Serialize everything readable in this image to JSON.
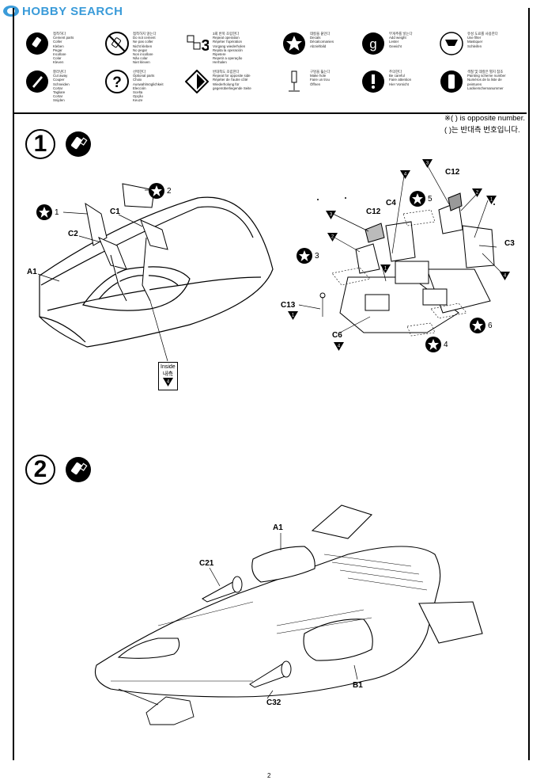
{
  "watermark": {
    "text": "HOBBY SEARCH"
  },
  "legend": [
    {
      "icon": "glue-brush-icon",
      "lines": [
        "접착하다",
        "Cement parts",
        "Coller",
        "Kleben",
        "Pegar",
        "Incollare",
        "Colar",
        "Kleven"
      ]
    },
    {
      "icon": "no-glue-icon",
      "lines": [
        "접착하지 않는다",
        "Do not cement",
        "Ne pas coller",
        "Nicht kleben",
        "No pegar",
        "Non incollare",
        "Não colar",
        "Niet kleven"
      ]
    },
    {
      "icon": "repeat-icon",
      "lines": [
        "3회 반복 조립한다",
        "Repeat operation",
        "Répéter l'opération",
        "Vorgang wiederholen",
        "Repita la operación",
        "Ripetere",
        "Repetir a operação",
        "Herhalen"
      ]
    },
    {
      "icon": "decal-star-icon",
      "lines": [
        "데칼을 붙인다",
        "Decals",
        "Décalcomanies",
        "Abziehbild"
      ]
    },
    {
      "icon": "weight-icon",
      "lines": [
        "무게추를 넣는다",
        "Add weight",
        "Lester",
        "Gewicht"
      ]
    },
    {
      "icon": "filter-icon",
      "lines": [
        "유성 도료를 사용한다",
        "Use filter",
        "Mastiquer",
        "Schleifen"
      ]
    },
    {
      "icon": "cut-knife-icon",
      "lines": [
        "잘라낸다",
        "Cut away",
        "Couper",
        "Schneiden",
        "Cortar",
        "Tagliare",
        "Cortar",
        "Snijden"
      ]
    },
    {
      "icon": "optional-icon",
      "lines": [
        "선택한다",
        "Optional parts",
        "Choix",
        "Auswahlmöglichkeit",
        "Elección",
        "Scelta",
        "Opção",
        "Keuze"
      ]
    },
    {
      "icon": "opposite-side-icon",
      "lines": [
        "반대쪽도 조립한다",
        "Repeat for opposite side",
        "Répéter de l'autre côté",
        "Wiederholung für gegenüberliegende Seite"
      ]
    },
    {
      "icon": "drill-hole-icon",
      "lines": [
        "구멍을 뚫는다",
        "Make hole",
        "Faire un trou",
        "Öffnen"
      ]
    },
    {
      "icon": "caution-icon",
      "lines": [
        "주의한다",
        "Be careful",
        "Faire attention",
        "Hier Vorsicht"
      ]
    },
    {
      "icon": "paint-icon",
      "lines": [
        "색칠 및 데칼은 별지 참조",
        "Painting scheme number",
        "Numéros de la liste de peintures",
        "Lackierschemanummer"
      ]
    }
  ],
  "opposite_note": {
    "line1": "※( ) is opposite number.",
    "line2": "( )는 반대측 번호입니다."
  },
  "step1": {
    "number": "1",
    "labels": {
      "a1": "A1",
      "c1": "C1",
      "c2": "C2",
      "c3": "C3",
      "c4": "C4",
      "c6": "C6",
      "c12a": "C12",
      "c12b": "C12",
      "c13": "C13"
    },
    "stars": [
      "1",
      "2",
      "3",
      "4",
      "5",
      "6"
    ],
    "inside": {
      "en": "Inside",
      "ko": "내측",
      "num": "4"
    },
    "tri_nums": [
      "1",
      "2",
      "3",
      "4"
    ]
  },
  "step2": {
    "number": "2",
    "labels": {
      "a1": "A1",
      "c21": "C21",
      "c32": "C32",
      "b1": "B1"
    }
  },
  "page_number": "2"
}
